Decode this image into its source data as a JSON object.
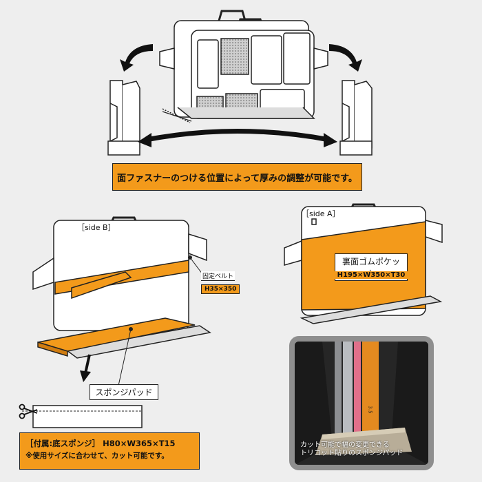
{
  "top_callout": "面ファスナーのつける位置によって厚みの調整が可能です。",
  "side_b": {
    "tag": "side B",
    "belt_label": "固定ベルト",
    "belt_size": "H35×350",
    "sponge_label": "スポンジパッド"
  },
  "side_a": {
    "tag": "side A",
    "pocket_label": "裏面ゴムポケット",
    "pocket_size": "H195×W350×T30"
  },
  "accessory": {
    "title": "［付属:底スポンジ］ H80×W365×T15",
    "note": "※使用サイズに合わせて、カット可能です。"
  },
  "photo": {
    "caption_line1": "カット可能で幅の変更できる",
    "caption_line2": "トリコット貼りのスポンジパッド",
    "spine_text": "3.5"
  },
  "colors": {
    "accent": "#f39a1b",
    "background": "#eeeeee",
    "line": "#222222"
  },
  "icons": [
    "scissors-icon",
    "rotate-arrow-icon",
    "double-arrow-icon",
    "down-arrow-icon"
  ]
}
